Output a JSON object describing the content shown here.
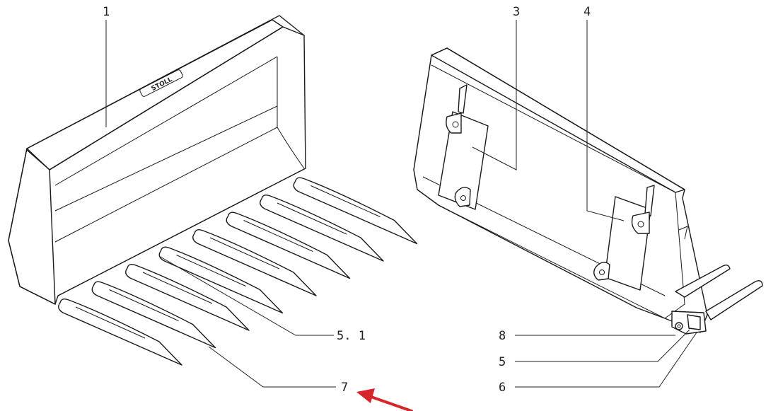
{
  "labels": {
    "one": "1",
    "three": "3",
    "four": "4",
    "five_one": "5. 1",
    "seven": "7",
    "eight": "8",
    "five": "5",
    "six": "6"
  },
  "brand_text": "STOLL",
  "colors": {
    "line": "#1a1a1a",
    "arrow": "#d6262b",
    "background": "#ffffff"
  },
  "icons": {
    "pointer": "red-arrow-icon"
  }
}
